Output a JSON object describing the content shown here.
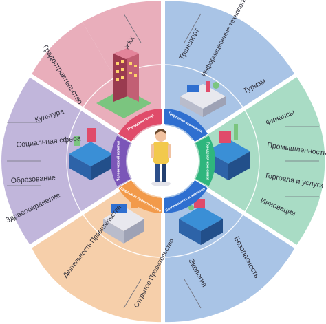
{
  "sectors": [
    {
      "id": "urban",
      "color": "#e9aebb",
      "labels": [
        "Градостроительство",
        "ЖКХ"
      ]
    },
    {
      "id": "transport",
      "color": "#a9c4e6",
      "labels": [
        "Транспорт",
        "Информационные технологии и связь",
        "Туризм"
      ]
    },
    {
      "id": "economy",
      "color": "#a9dcc5",
      "labels": [
        "Финансы",
        "Промышленность",
        "Торговля и услуги",
        "Инновации"
      ]
    },
    {
      "id": "safety",
      "color": "#a9c4e6",
      "labels": [
        "Безопасность",
        "Экология"
      ]
    },
    {
      "id": "government",
      "color": "#f6cfaa",
      "labels": [
        "Открытое Правительство",
        "Деятельность Правительства"
      ]
    },
    {
      "id": "social",
      "color": "#c1b6db",
      "labels": [
        "Культура",
        "Социальная сфера",
        "Образование",
        "Здравоохранение"
      ]
    }
  ],
  "ring": [
    {
      "id": "ring-urban",
      "color": "#e04b6a",
      "text": "Городская среда"
    },
    {
      "id": "ring-digital",
      "color": "#2f6fd0",
      "text": "Цифровая экономика"
    },
    {
      "id": "ring-business",
      "color": "#2fb67d",
      "text": "Городская экономика"
    },
    {
      "id": "ring-safety",
      "color": "#2f6fd0",
      "text": "Безопасность и экология"
    },
    {
      "id": "ring-gov",
      "color": "#f29a4a",
      "text": "Цифровое правительство"
    },
    {
      "id": "ring-human",
      "color": "#7b56b8",
      "text": "Человеческий капитал"
    }
  ]
}
